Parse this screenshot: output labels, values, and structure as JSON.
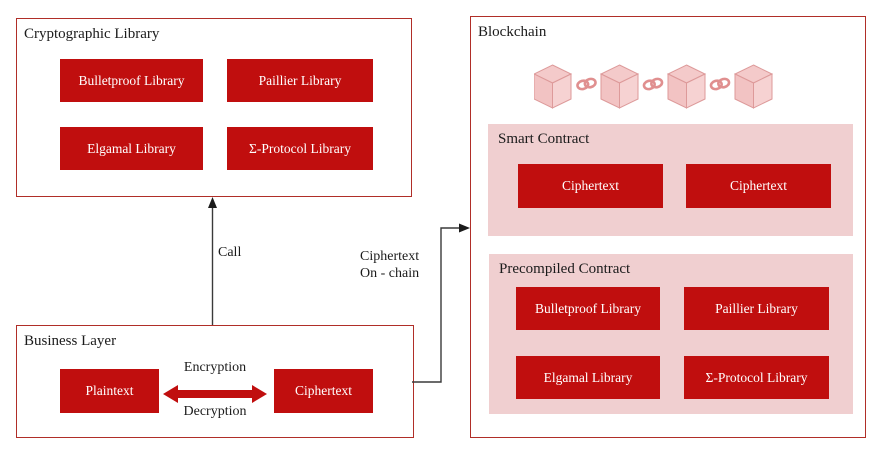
{
  "colors": {
    "node_red": "#c00e0e",
    "border_red": "#b02e28",
    "section_pink": "#f0cfd0",
    "cube_fill": "#f4caca",
    "cube_stroke": "#dd9a9a",
    "link_pink": "#e08f8f",
    "connector_black": "#3a3a3a",
    "text_black": "#1b1b1b",
    "text_white": "#ffffff"
  },
  "cryptographic_library": {
    "title": "Cryptographic Library",
    "items": [
      "Bulletproof Library",
      "Paillier Library",
      "Elgamal Library",
      "Σ-Protocol Library"
    ]
  },
  "business_layer": {
    "title": "Business Layer",
    "plaintext_label": "Plaintext",
    "ciphertext_label": "Ciphertext",
    "encryption_label": "Encryption",
    "decryption_label": "Decryption"
  },
  "blockchain": {
    "title": "Blockchain",
    "smart_contract": {
      "title": "Smart Contract",
      "items": [
        "Ciphertext",
        "Ciphertext"
      ]
    },
    "precompiled_contract": {
      "title": "Precompiled Contract",
      "items": [
        "Bulletproof Library",
        "Paillier Library",
        "Elgamal Library",
        "Σ-Protocol Library"
      ]
    }
  },
  "connectors": {
    "call_label": "Call",
    "onchain_label_line1": "Ciphertext",
    "onchain_label_line2": "On - chain"
  }
}
